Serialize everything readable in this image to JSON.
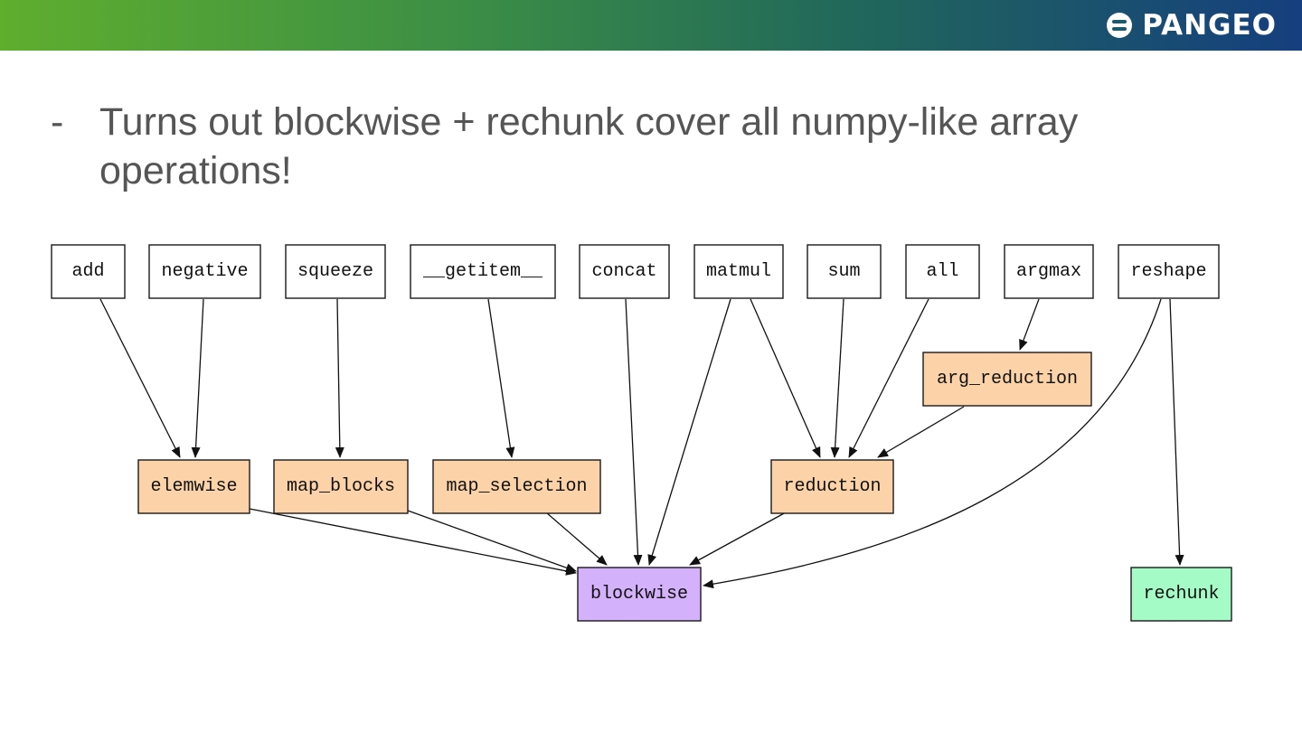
{
  "brand": {
    "name": "PANGEO"
  },
  "slide": {
    "bullet_dash": "-",
    "bullet_text": "Turns out blockwise + rechunk cover all numpy-like array operations!"
  },
  "colors": {
    "header_gradient": [
      "#5fae2e",
      "#3c8f45",
      "#21685a",
      "#153f7e"
    ],
    "op_fill": "#ffffff",
    "intermediate_fill": "#fcd3a8",
    "blockwise_fill": "#d4b1fb",
    "rechunk_fill": "#a5fbc5"
  },
  "diagram": {
    "nodes": [
      {
        "id": "add",
        "label": "add",
        "kind": "op"
      },
      {
        "id": "negative",
        "label": "negative",
        "kind": "op"
      },
      {
        "id": "squeeze",
        "label": "squeeze",
        "kind": "op"
      },
      {
        "id": "getitem",
        "label": "__getitem__",
        "kind": "op"
      },
      {
        "id": "concat",
        "label": "concat",
        "kind": "op"
      },
      {
        "id": "matmul",
        "label": "matmul",
        "kind": "op"
      },
      {
        "id": "sum",
        "label": "sum",
        "kind": "op"
      },
      {
        "id": "all",
        "label": "all",
        "kind": "op"
      },
      {
        "id": "argmax",
        "label": "argmax",
        "kind": "op"
      },
      {
        "id": "reshape",
        "label": "reshape",
        "kind": "op"
      },
      {
        "id": "arg_reduction",
        "label": "arg_reduction",
        "kind": "intermediate"
      },
      {
        "id": "elemwise",
        "label": "elemwise",
        "kind": "intermediate"
      },
      {
        "id": "map_blocks",
        "label": "map_blocks",
        "kind": "intermediate"
      },
      {
        "id": "map_selection",
        "label": "map_selection",
        "kind": "intermediate"
      },
      {
        "id": "reduction",
        "label": "reduction",
        "kind": "intermediate"
      },
      {
        "id": "blockwise",
        "label": "blockwise",
        "kind": "blockwise"
      },
      {
        "id": "rechunk",
        "label": "rechunk",
        "kind": "rechunk"
      }
    ],
    "edges": [
      [
        "add",
        "elemwise"
      ],
      [
        "negative",
        "elemwise"
      ],
      [
        "squeeze",
        "map_blocks"
      ],
      [
        "getitem",
        "map_selection"
      ],
      [
        "concat",
        "blockwise"
      ],
      [
        "matmul",
        "blockwise"
      ],
      [
        "matmul",
        "reduction"
      ],
      [
        "sum",
        "reduction"
      ],
      [
        "all",
        "reduction"
      ],
      [
        "argmax",
        "arg_reduction"
      ],
      [
        "arg_reduction",
        "reduction"
      ],
      [
        "reshape",
        "blockwise"
      ],
      [
        "reshape",
        "rechunk"
      ],
      [
        "elemwise",
        "blockwise"
      ],
      [
        "map_blocks",
        "blockwise"
      ],
      [
        "map_selection",
        "blockwise"
      ],
      [
        "reduction",
        "blockwise"
      ]
    ]
  }
}
